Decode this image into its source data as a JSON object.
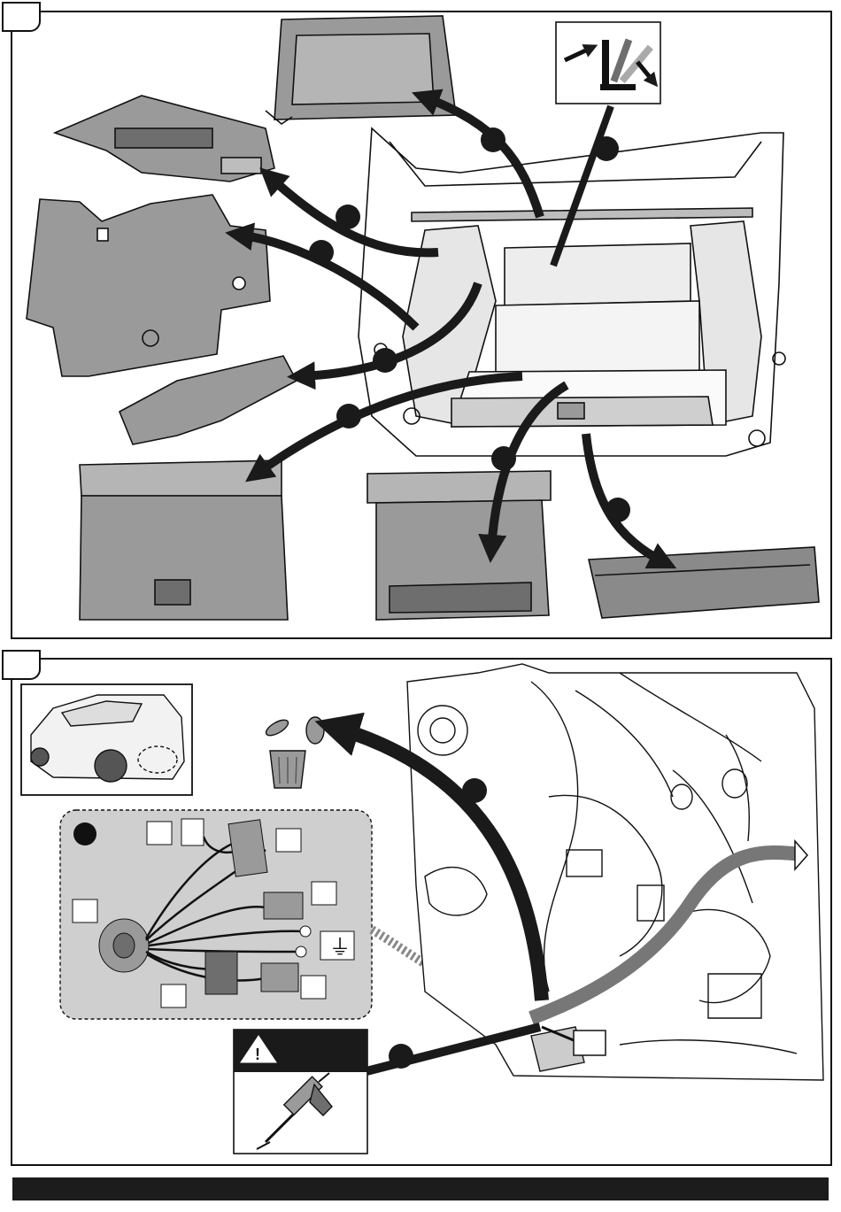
{
  "colors": {
    "stroke": "#111111",
    "part_fill": "#9a9a9a",
    "part_dark": "#6e6e6e",
    "detail_bg": "#cfcfcf",
    "arrow": "#1a1a1a",
    "footer": "#1c1c1c"
  },
  "panels": [
    {
      "id": "step-1",
      "content": "trunk-trim-removal"
    },
    {
      "id": "step-2",
      "content": "wiring-harness-install"
    }
  ],
  "symbols": {
    "ground": "⏚",
    "warning": "⚠"
  },
  "icons": [
    "rear-seat-fold-icon",
    "trash-bin-icon",
    "warning-icon",
    "sealant-gun-icon",
    "car-rear-icon",
    "ground-symbol-icon"
  ]
}
